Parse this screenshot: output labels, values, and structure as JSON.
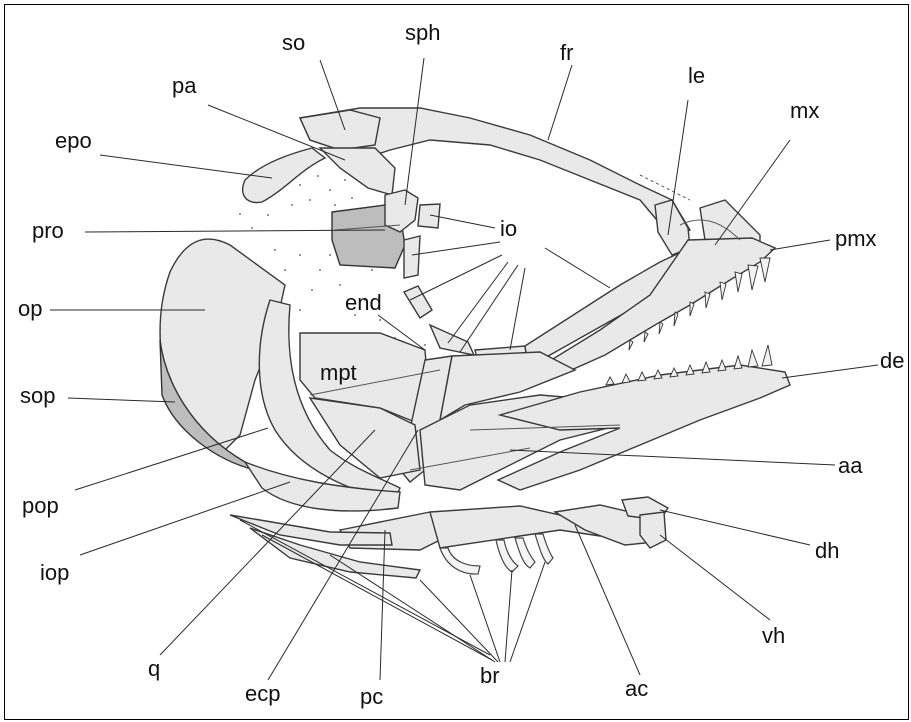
{
  "figure": {
    "background": "#ffffff",
    "bone_fill": "#e9e9e9",
    "shade_fill": "#bdbdbd",
    "line_color": "#2a2a2a"
  },
  "labels": {
    "so": "so",
    "sph": "sph",
    "fr": "fr",
    "le": "le",
    "mx": "mx",
    "pa": "pa",
    "epo": "epo",
    "pro": "pro",
    "io": "io",
    "pmx": "pmx",
    "op": "op",
    "end": "end",
    "mpt": "mpt",
    "de": "de",
    "sop": "sop",
    "pop": "pop",
    "aa": "aa",
    "iop": "iop",
    "dh": "dh",
    "vh": "vh",
    "q": "q",
    "ecp": "ecp",
    "pc": "pc",
    "br": "br",
    "ac": "ac"
  }
}
